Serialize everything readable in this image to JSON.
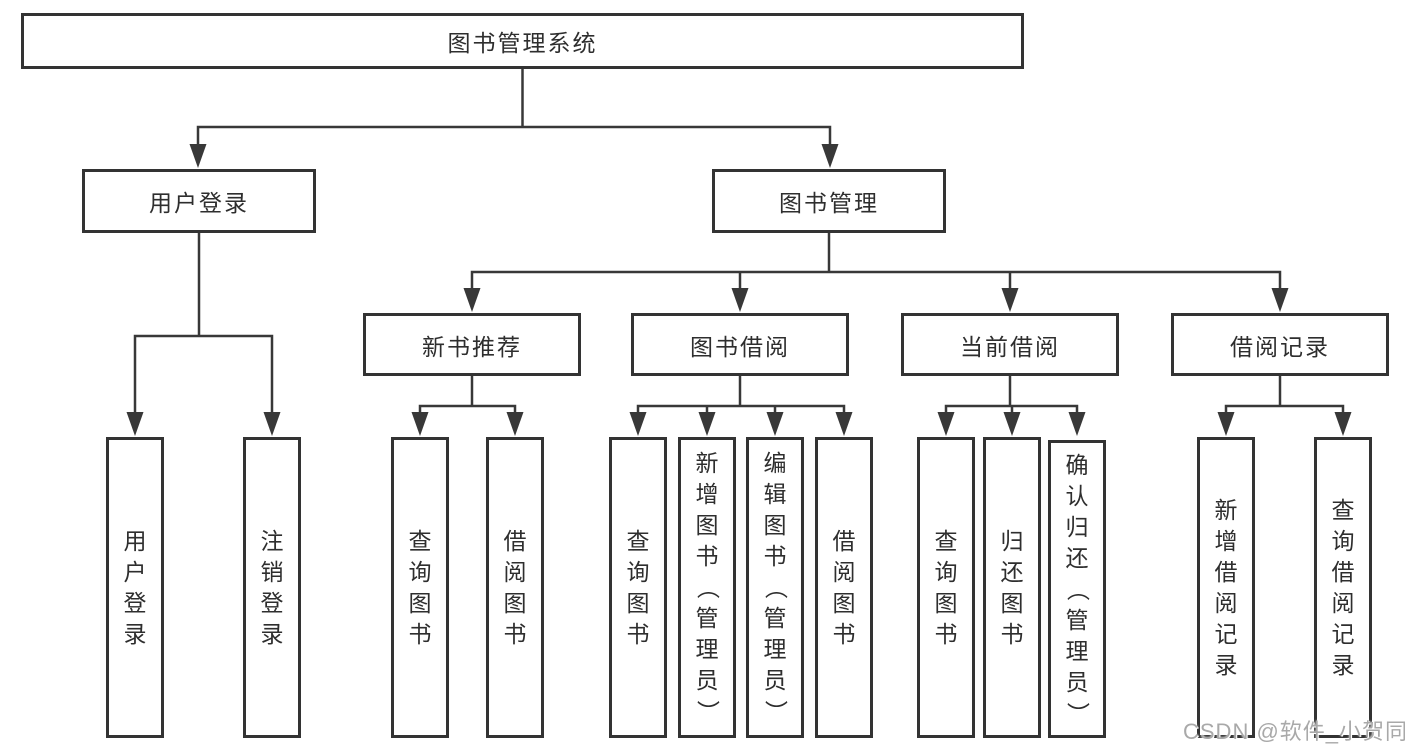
{
  "watermark": "CSDN @软件_小贺同学",
  "colors": {
    "line": "#383838",
    "box_border": "#333333",
    "box_background": "#ffffff",
    "text": "#2e2e2e",
    "watermark_text": "#a9a9a9"
  },
  "tree": {
    "root": "图书管理系统",
    "branches": [
      {
        "label": "用户登录",
        "children": [
          "用户登录",
          "注销登录"
        ]
      },
      {
        "label": "图书管理",
        "sections": [
          {
            "label": "新书推荐",
            "children": [
              "查询图书",
              "借阅图书"
            ]
          },
          {
            "label": "图书借阅",
            "children": [
              "查询图书",
              "新增图书（管理员）",
              "编辑图书（管理员）",
              "借阅图书"
            ]
          },
          {
            "label": "当前借阅",
            "children": [
              "查询图书",
              "归还图书",
              "确认归还（管理员）"
            ]
          },
          {
            "label": "借阅记录",
            "children": [
              "新增借阅记录",
              "查询借阅记录"
            ]
          }
        ]
      }
    ]
  }
}
